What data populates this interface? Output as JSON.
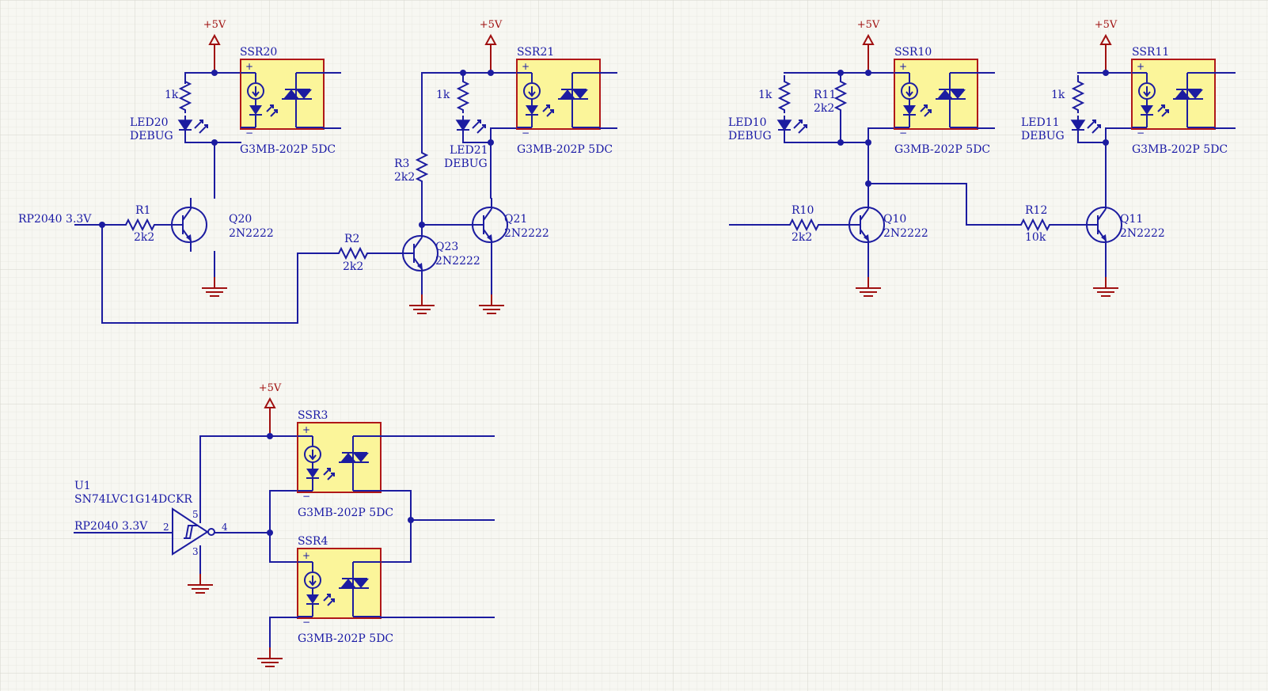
{
  "power_labels": {
    "vcc": "+5V"
  },
  "ssr_parts": {
    "value": "G3MB-202P 5DC",
    "pin_plus": "+",
    "pin_minus": "−"
  },
  "transistor_part": "2N2222",
  "debug_text": "DEBUG",
  "input_net": "RP2040 3.3V",
  "left_group": {
    "ssr_a": "SSR20",
    "ssr_b": "SSR21",
    "led_a": "LED20",
    "led_b": "LED21",
    "res_led_a": "1k",
    "res_led_b": "1k",
    "r1_ref": "R1",
    "r1_val": "2k2",
    "r2_ref": "R2",
    "r2_val": "2k2",
    "r3_ref": "R3",
    "r3_val": "2k2",
    "q_a": "Q20",
    "q_b": "Q21",
    "q_c": "Q23"
  },
  "right_group": {
    "ssr_a": "SSR10",
    "ssr_b": "SSR11",
    "led_a": "LED10",
    "led_b": "LED11",
    "res_led_a": "1k",
    "res_led_b": "1k",
    "r11_ref": "R11",
    "r11_val": "2k2",
    "r10_ref": "R10",
    "r10_val": "2k2",
    "r12_ref": "R12",
    "r12_val": "10k",
    "q_a": "Q10",
    "q_b": "Q11"
  },
  "bottom_group": {
    "u_ref": "U1",
    "u_part": "SN74LVC1G14DCKR",
    "pin2": "2",
    "pin3": "3",
    "pin4": "4",
    "pin5": "5",
    "ssr_a": "SSR3",
    "ssr_b": "SSR4"
  }
}
